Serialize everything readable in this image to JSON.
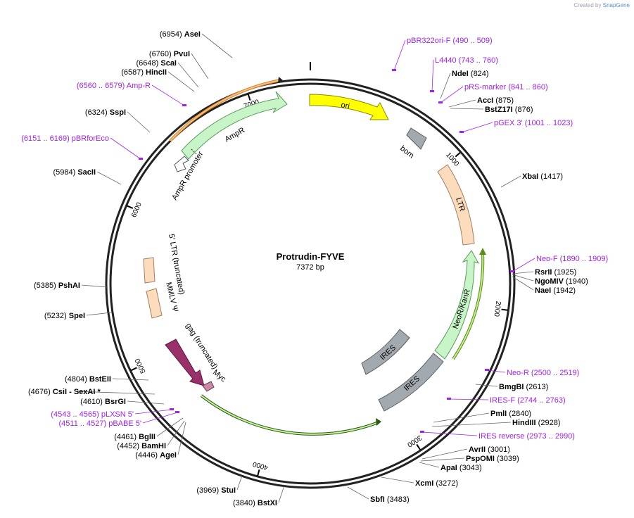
{
  "credit": {
    "prefix": "Created by",
    "brand": "SnapGene"
  },
  "plasmid": {
    "name": "Protrudin-FYVE",
    "length_label": "7372 bp",
    "length": 7372
  },
  "ruler": [
    {
      "bp": 1000,
      "label": "1000"
    },
    {
      "bp": 2000,
      "label": "2000"
    },
    {
      "bp": 3000,
      "label": "3000"
    },
    {
      "bp": 4000,
      "label": "4000"
    },
    {
      "bp": 5000,
      "label": "5000"
    },
    {
      "bp": 6000,
      "label": "6000"
    },
    {
      "bp": 7000,
      "label": "7000"
    }
  ],
  "colors": {
    "ori": "#ffff00",
    "ori_stroke": "#a0a000",
    "amp": "#c8f5c8",
    "amp_stroke": "#5a9a5a",
    "neo": "#c8f5c8",
    "neo_stroke": "#5a9a5a",
    "ltr": "#fcdcbc",
    "ltr_stroke": "#a08060",
    "ires": "#a3aaaf",
    "ires_stroke": "#5a6066",
    "bom": "#a3aaaf",
    "gag": "#99306a",
    "myc": "#c88aa8",
    "orf_orange": "#f0a640",
    "orf_green": "#8ec850",
    "primer": "#a020f0",
    "site": "#000000"
  },
  "features": [
    {
      "name": "ori",
      "type": "arrow",
      "label": "ori"
    },
    {
      "name": "ampr",
      "type": "arrow",
      "label": "AmpR"
    },
    {
      "name": "ampr-promoter",
      "type": "arrow",
      "label": "AmpR promoter"
    },
    {
      "name": "bom",
      "type": "box",
      "label": "bom"
    },
    {
      "name": "ltr",
      "type": "box",
      "label": "LTR"
    },
    {
      "name": "neor-kanr",
      "type": "arrow",
      "label": "NeoR/KanR"
    },
    {
      "name": "ires-inner",
      "type": "box",
      "label": "IRES"
    },
    {
      "name": "ires-outer",
      "type": "box",
      "label": "IRES"
    },
    {
      "name": "ltr5-truncated",
      "type": "box",
      "label": "5' LTR (truncated)"
    },
    {
      "name": "mmlv-psi",
      "type": "box",
      "label": "MMLV Ψ"
    },
    {
      "name": "gag-truncated",
      "type": "arrow",
      "label": "gag (truncated)"
    },
    {
      "name": "myc",
      "type": "arrow",
      "label": "Myc"
    }
  ],
  "sites": [
    {
      "name": "AseI",
      "pos": "(6954)",
      "kind": "site"
    },
    {
      "name": "PvuI",
      "pos": "(6760)",
      "kind": "site"
    },
    {
      "name": "ScaI",
      "pos": "(6648)",
      "kind": "site"
    },
    {
      "name": "HincII",
      "pos": "(6587)",
      "kind": "site"
    },
    {
      "name": "Amp-R",
      "pos": "(6560 .. 6579)",
      "kind": "primer"
    },
    {
      "name": "SspI",
      "pos": "(6324)",
      "kind": "site"
    },
    {
      "name": "pBRforEco",
      "pos": "(6151 .. 6169)",
      "kind": "primer"
    },
    {
      "name": "SacII",
      "pos": "(5984)",
      "kind": "site"
    },
    {
      "name": "PshAI",
      "pos": "(5385)",
      "kind": "site"
    },
    {
      "name": "SpeI",
      "pos": "(5232)",
      "kind": "site"
    },
    {
      "name": "BstEII",
      "pos": "(4804)",
      "kind": "site"
    },
    {
      "name": "CsiI",
      "pos": "(4676)",
      "kind": "site",
      "extra": "-  SexAI *"
    },
    {
      "name": "BsrGI",
      "pos": "(4610)",
      "kind": "site"
    },
    {
      "name": "pLXSN 5'",
      "pos": "(4543 .. 4565)",
      "kind": "primer"
    },
    {
      "name": "pBABE 5'",
      "pos": "(4511 .. 4527)",
      "kind": "primer"
    },
    {
      "name": "BglII",
      "pos": "(4461)",
      "kind": "site"
    },
    {
      "name": "BamHI",
      "pos": "(4452)",
      "kind": "site"
    },
    {
      "name": "AgeI",
      "pos": "(4446)",
      "kind": "site"
    },
    {
      "name": "StuI",
      "pos": "(3969)",
      "kind": "site"
    },
    {
      "name": "BstXI",
      "pos": "(3840)",
      "kind": "site"
    },
    {
      "name": "SbfI",
      "pos": "(3483)",
      "kind": "site"
    },
    {
      "name": "XcmI",
      "pos": "(3272)",
      "kind": "site"
    },
    {
      "name": "ApaI",
      "pos": "(3043)",
      "kind": "site"
    },
    {
      "name": "PspOMI",
      "pos": "(3039)",
      "kind": "site"
    },
    {
      "name": "AvrII",
      "pos": "(3001)",
      "kind": "site"
    },
    {
      "name": "IRES reverse",
      "pos": "(2973 .. 2990)",
      "kind": "primer"
    },
    {
      "name": "HindIII",
      "pos": "(2928)",
      "kind": "site"
    },
    {
      "name": "PmlI",
      "pos": "(2840)",
      "kind": "site"
    },
    {
      "name": "IRES-F",
      "pos": "(2744 .. 2763)",
      "kind": "primer"
    },
    {
      "name": "BmgBI",
      "pos": "(2613)",
      "kind": "site"
    },
    {
      "name": "Neo-R",
      "pos": "(2500 .. 2519)",
      "kind": "primer"
    },
    {
      "name": "NaeI",
      "pos": "(1942)",
      "kind": "site"
    },
    {
      "name": "NgoMIV",
      "pos": "(1940)",
      "kind": "site"
    },
    {
      "name": "RsrII",
      "pos": "(1925)",
      "kind": "site"
    },
    {
      "name": "Neo-F",
      "pos": "(1890 .. 1909)",
      "kind": "primer"
    },
    {
      "name": "XbaI",
      "pos": "(1417)",
      "kind": "site"
    },
    {
      "name": "pGEX 3'",
      "pos": "(1001 .. 1023)",
      "kind": "primer"
    },
    {
      "name": "BstZ17I",
      "pos": "(876)",
      "kind": "site"
    },
    {
      "name": "AccI",
      "pos": "(875)",
      "kind": "site"
    },
    {
      "name": "pRS-marker",
      "pos": "(841 .. 860)",
      "kind": "primer"
    },
    {
      "name": "NdeI",
      "pos": "(824)",
      "kind": "site"
    },
    {
      "name": "L4440",
      "pos": "(743 .. 760)",
      "kind": "primer"
    },
    {
      "name": "pBR322ori-F",
      "pos": "(490 .. 509)",
      "kind": "primer"
    }
  ]
}
